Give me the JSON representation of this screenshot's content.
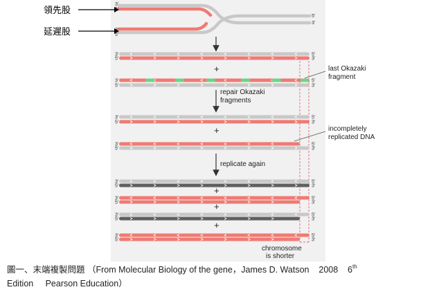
{
  "labels": {
    "leading_strand": "領先股",
    "lagging_strand": "延遲股",
    "last_okazaki": [
      "last Okazaki",
      "fragment"
    ],
    "repair_step": [
      "repair Okazaki",
      "fragments"
    ],
    "incomplete": [
      "incompletely",
      "replicated DNA"
    ],
    "replicate_again": "replicate again",
    "shorter": [
      "chromosome",
      "is shorter"
    ],
    "plus": "+",
    "end3": "3'",
    "end5": "5'"
  },
  "caption": {
    "line1": "圖一、末端複製問題 （From Molecular Biology of the gene，James D. Watson    2008    6",
    "sup": "th",
    "line2": "Edition     Pearson Education）"
  },
  "colors": {
    "background_panel": "#f1f1f1",
    "parental_strand": "#c8c8c8",
    "new_strand": "#f07a72",
    "okazaki_primer": "#6cd48a",
    "dark_strand": "#606060",
    "dashed_guide": "#e36f7a"
  }
}
